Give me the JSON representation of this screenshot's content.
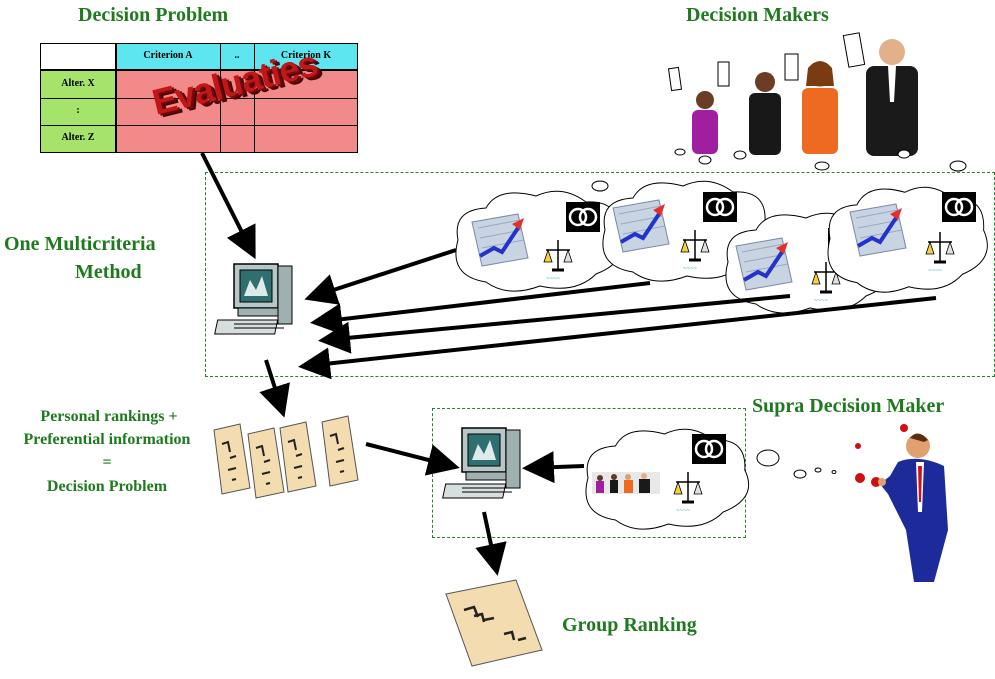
{
  "labels": {
    "decision_problem": "Decision Problem",
    "decision_makers": "Decision Makers",
    "method_line1": "One Multicriteria",
    "method_line2": "Method",
    "supra": "Supra Decision Maker",
    "personal_line1": "Personal rankings +",
    "personal_line2": "Preferential information",
    "personal_line3": "=",
    "personal_line4": "Decision Problem",
    "group_ranking": "Group Ranking"
  },
  "table": {
    "col_headers": [
      "Criterion A",
      "..",
      "Criterion K"
    ],
    "row_headers": [
      "Alter. X",
      ":",
      "Alter. Z"
    ],
    "overlay_word": "Evaluaties"
  },
  "colors": {
    "label_green": "#1f7a1f",
    "header_cyan": "#5ee6f0",
    "row_header_green": "#a6e36a",
    "cell_pink": "#f28a8a",
    "overlay_red": "#c01818",
    "dash_green": "#2e7d32",
    "paper": "#f2dcb0"
  },
  "icons": [
    "computer-icon",
    "document-icon",
    "rings-icon",
    "balance-scale-icon",
    "chart-icon",
    "people-icon",
    "juggler-icon"
  ]
}
